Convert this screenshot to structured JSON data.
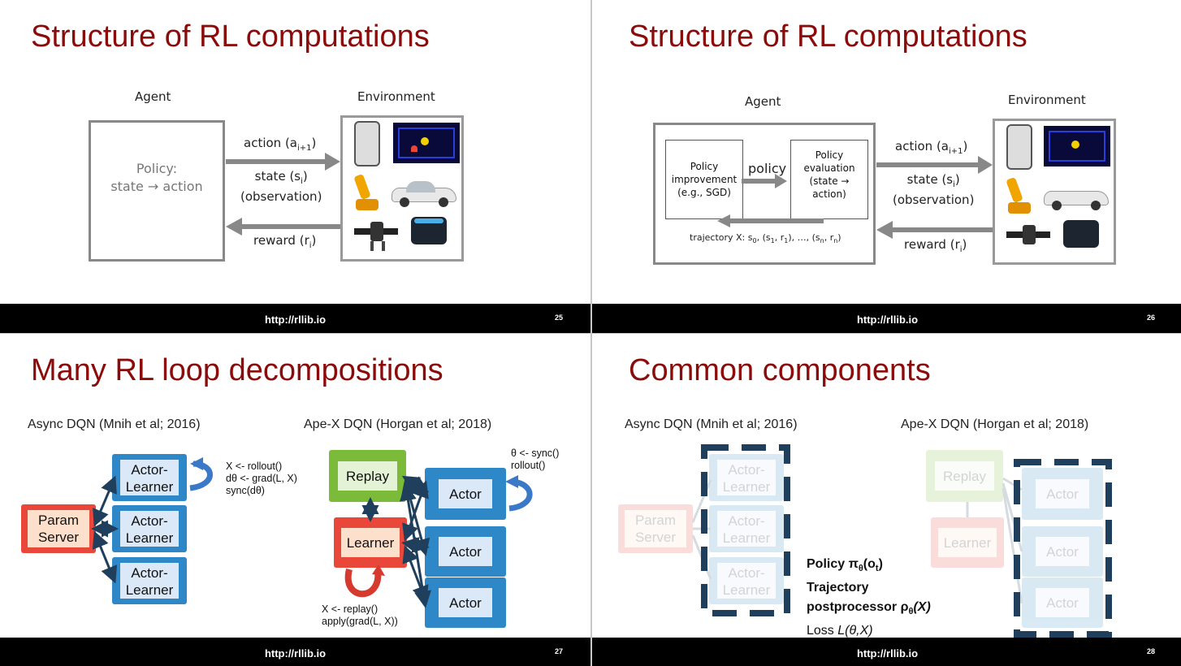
{
  "footer_url": "http://rllib.io",
  "slide25": {
    "title": "Structure of RL computations",
    "agent_label": "Agent",
    "env_label": "Environment",
    "policy_line1": "Policy:",
    "policy_line2": "state → action",
    "action_label": "action (a",
    "action_sub": "i+1",
    "state_label": "state (s",
    "state_sub": "i",
    "observation": "(observation)",
    "reward_label": "reward (r",
    "reward_sub": "i",
    "page": "25"
  },
  "slide26": {
    "title": "Structure of RL computations",
    "agent_label": "Agent",
    "env_label": "Environment",
    "improve_text": "Policy improvement (e.g., SGD)",
    "policy_arrow": "policy",
    "eval_text": "Policy evaluation (state → action)",
    "trajectory": "trajectory X: s",
    "trajectory_rest": ", (s",
    "action_label": "action (a",
    "action_sub": "i+1",
    "state_label": "state (s",
    "state_sub": "i",
    "observation": "(observation)",
    "reward_label": "reward (r",
    "reward_sub": "i",
    "page": "26"
  },
  "slide27": {
    "title": "Many RL loop decompositions",
    "left_caption": "Async DQN (Mnih et al; 2016)",
    "right_caption": "Ape-X DQN (Horgan et al; 2018)",
    "param_server": "Param Server",
    "actor_learner": [
      "Actor-Learner",
      "Actor-Learner",
      "Actor-Learner"
    ],
    "left_note": "X <- rollout()\ndθ <- grad(L, X)\nsync(dθ)",
    "replay": "Replay",
    "learner": "Learner",
    "actors": [
      "Actor",
      "Actor",
      "Actor"
    ],
    "right_note": "θ <- sync()\nrollout()",
    "learner_note": "X <- replay()\napply(grad(L, X))",
    "page": "27"
  },
  "slide28": {
    "title": "Common components",
    "left_caption": "Async DQN (Mnih et al; 2016)",
    "right_caption": "Ape-X DQN (Horgan et al; 2018)",
    "param_server": "Param Server",
    "actor_learner": [
      "Actor-Learner",
      "Actor-Learner",
      "Actor-Learner"
    ],
    "replay": "Replay",
    "learner": "Learner",
    "actors": [
      "Actor",
      "Actor",
      "Actor"
    ],
    "policy": "Policy π",
    "policy_sub": "θ",
    "policy_arg": "(o",
    "policy_arg_sub": "t",
    "trajectory_line1": "Trajectory",
    "trajectory_line2": "postprocessor ρ",
    "trajectory_sub": "θ",
    "trajectory_arg": "(X)",
    "loss": "Loss ",
    "loss_arg": "L(θ,X)",
    "page": "28"
  },
  "colors": {
    "title": "#8b0a0a",
    "actor_blue": "#2e88c8",
    "replay_green": "#7cbb3a",
    "learner_red": "#e8473a",
    "dash_navy": "#1f3f5c"
  }
}
